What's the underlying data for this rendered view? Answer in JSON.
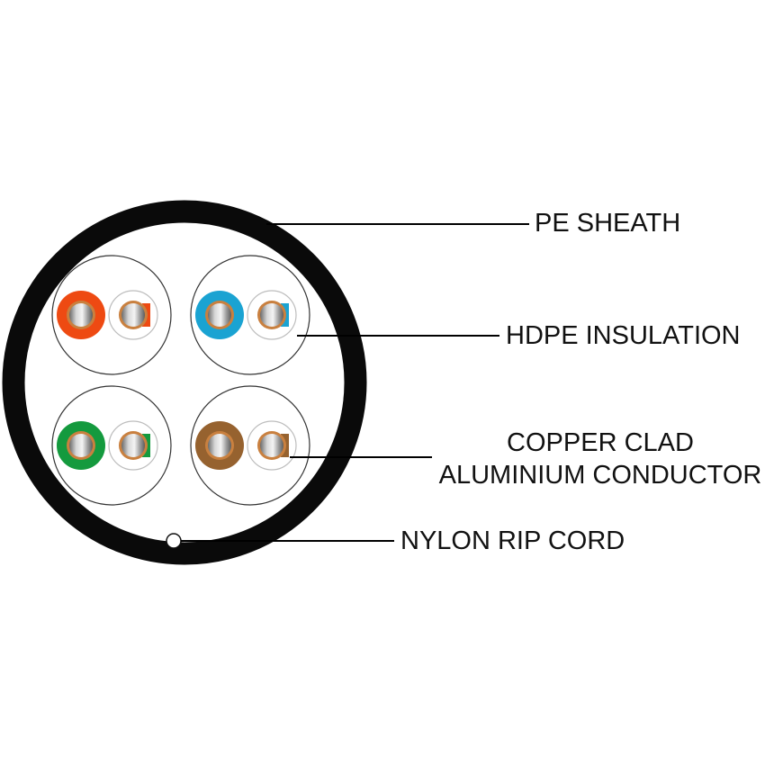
{
  "callouts": {
    "sheath": "PE SHEATH",
    "insulation": "HDPE INSULATION",
    "conductor_line1": "COPPER CLAD",
    "conductor_line2": "ALUMINIUM CONDUCTOR",
    "rip_cord": "NYLON RIP CORD"
  },
  "pairs": [
    {
      "name": "orange",
      "color": "#ee4a12",
      "stripe": "#ee4a12"
    },
    {
      "name": "blue",
      "color": "#1aa3d2",
      "stripe": "#1aa3d2"
    },
    {
      "name": "green",
      "color": "#149a3e",
      "stripe": "#149a3e"
    },
    {
      "name": "brown",
      "color": "#96622f",
      "stripe": "#96622f"
    }
  ],
  "colors": {
    "sheath": "#0a0a0a",
    "leader": "#000000",
    "copper": "#c9803f",
    "aluminium": "#b5b5b5"
  }
}
